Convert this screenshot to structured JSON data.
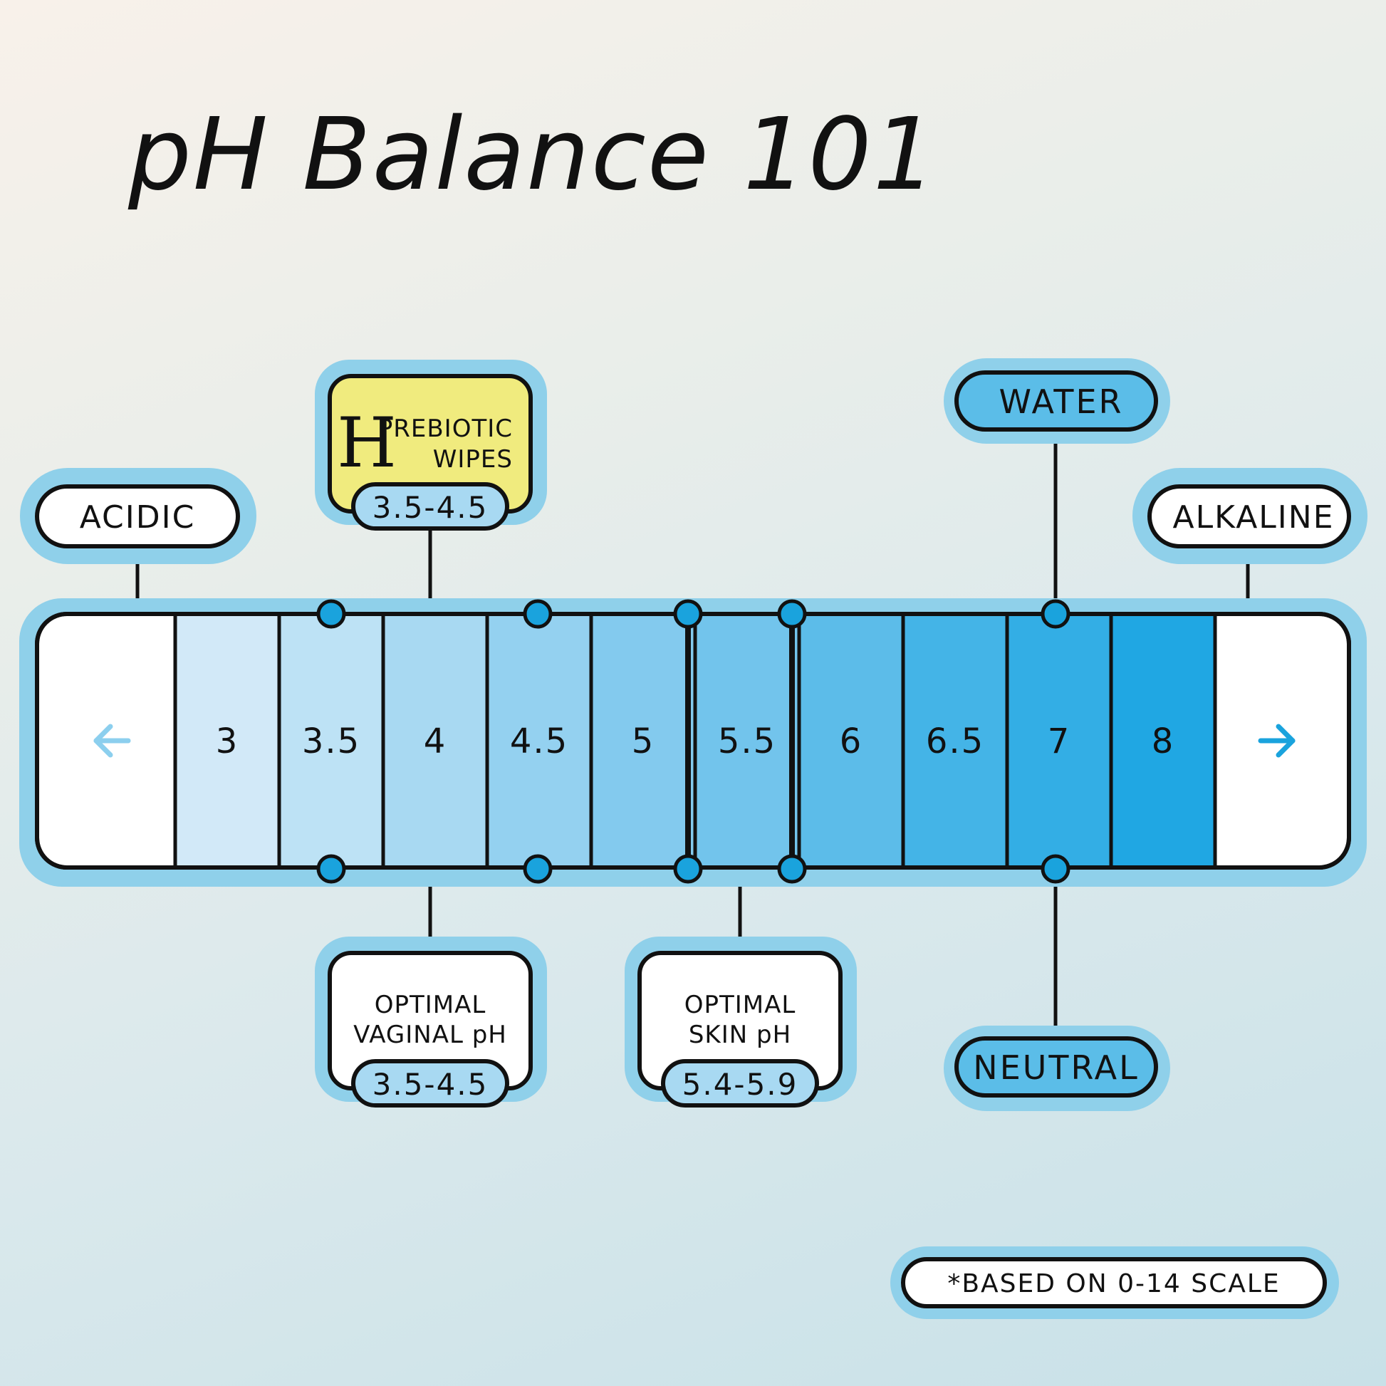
{
  "title": "pH Balance 101",
  "colors": {
    "outline": "#111111",
    "halo": "#8fd0ea",
    "accent_yellow": "#f0eb7e",
    "accent_blue": "#5bbde8",
    "dot": "#1aa3dd",
    "arrow": "#8ccfee"
  },
  "scale": {
    "cells": [
      {
        "label": "3",
        "color": "#d2e9f8"
      },
      {
        "label": "3.5",
        "color": "#bde2f5"
      },
      {
        "label": "4",
        "color": "#a8d9f2"
      },
      {
        "label": "4.5",
        "color": "#94d1f0"
      },
      {
        "label": "5",
        "color": "#83caee"
      },
      {
        "label": "5.5",
        "color": "#72c4ec"
      },
      {
        "label": "6",
        "color": "#5cbce9"
      },
      {
        "label": "6.5",
        "color": "#44b4e7"
      },
      {
        "label": "7",
        "color": "#33aee5"
      },
      {
        "label": "8",
        "color": "#20a7e3"
      }
    ],
    "left_arrow_icon": "arrow-left-icon",
    "right_arrow_icon": "arrow-right-icon"
  },
  "callouts": {
    "acidic": "ACIDIC",
    "alkaline": "ALKALINE",
    "water": "WATER",
    "neutral": "NEUTRAL",
    "prebiotic": {
      "logo": "H",
      "line1": "PREBIOTIC",
      "line2": "WIPES",
      "range": "3.5-4.5"
    },
    "vaginal": {
      "line1": "OPTIMAL",
      "line2": "VAGINAL pH",
      "range": "3.5-4.5"
    },
    "skin": {
      "line1": "OPTIMAL",
      "line2": "SKIN pH",
      "range": "5.4-5.9"
    }
  },
  "footnote": "*BASED ON 0-14 SCALE"
}
